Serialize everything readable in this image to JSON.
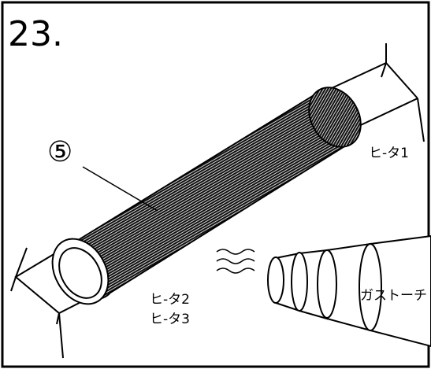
{
  "step_number": "23.",
  "callout_number": "⑤",
  "labels": {
    "heater1": "ヒ-タ1",
    "heater2": "ヒ-タ2",
    "heater3": "ヒ-タ3",
    "gas_torch": "ガストーチ"
  },
  "colors": {
    "line": "#000000",
    "background": "#ffffff",
    "hatch": "#1a1a1a"
  }
}
